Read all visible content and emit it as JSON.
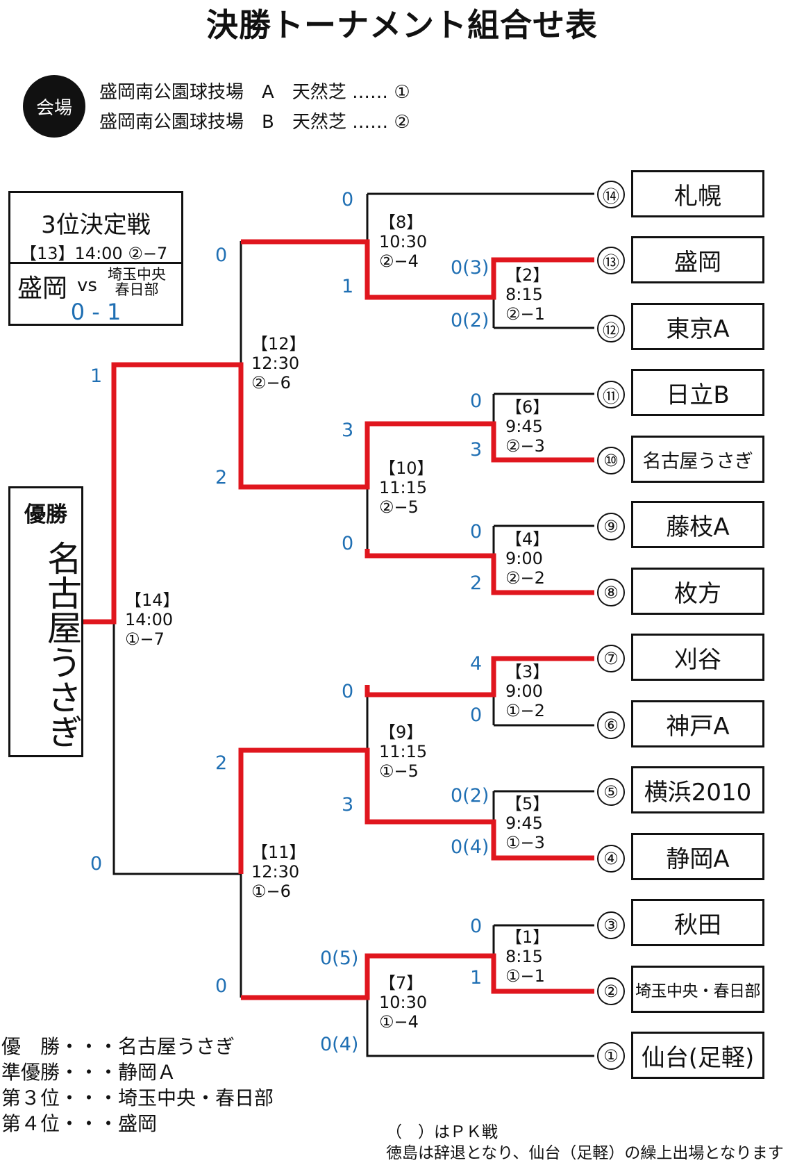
{
  "title": "決勝トーナメント組合せ表",
  "venue": {
    "badge": "会場",
    "lines": [
      "盛岡南公園球技場　A　天然芝 …… ①",
      "盛岡南公園球技場　B　天然芝 …… ②"
    ]
  },
  "third_place": {
    "title": "3位決定戦",
    "match": "【13】14:00 ②−7",
    "team1": "盛岡",
    "vs": "vs",
    "team2_line1": "埼玉中央",
    "team2_line2": "春日部",
    "score": "0 - 1"
  },
  "champion": {
    "label": "優勝",
    "name": "名古屋うさぎ"
  },
  "teams": [
    {
      "seed": "⑭",
      "name": "札幌"
    },
    {
      "seed": "⑬",
      "name": "盛岡"
    },
    {
      "seed": "⑫",
      "name": "東京A"
    },
    {
      "seed": "⑪",
      "name": "日立B"
    },
    {
      "seed": "⑩",
      "name": "名古屋うさぎ"
    },
    {
      "seed": "⑨",
      "name": "藤枝A"
    },
    {
      "seed": "⑧",
      "name": "枚方"
    },
    {
      "seed": "⑦",
      "name": "刈谷"
    },
    {
      "seed": "⑥",
      "name": "神戸A"
    },
    {
      "seed": "⑤",
      "name": "横浜2010"
    },
    {
      "seed": "④",
      "name": "静岡A"
    },
    {
      "seed": "③",
      "name": "秋田"
    },
    {
      "seed": "②",
      "name": "埼玉中央・春日部"
    },
    {
      "seed": "①",
      "name": "仙台(足軽)"
    }
  ],
  "matches": [
    {
      "id": "m8",
      "no": "【8】",
      "time": "10:30",
      "field": "②−4"
    },
    {
      "id": "m2",
      "no": "【2】",
      "time": "8:15",
      "field": "②−1"
    },
    {
      "id": "m12",
      "no": "【12】",
      "time": "12:30",
      "field": "②−6"
    },
    {
      "id": "m6",
      "no": "【6】",
      "time": "9:45",
      "field": "②−3"
    },
    {
      "id": "m10",
      "no": "【10】",
      "time": "11:15",
      "field": "②−5"
    },
    {
      "id": "m4",
      "no": "【4】",
      "time": "9:00",
      "field": "②−2"
    },
    {
      "id": "m14",
      "no": "【14】",
      "time": "14:00",
      "field": "①−7"
    },
    {
      "id": "m3",
      "no": "【3】",
      "time": "9:00",
      "field": "①−2"
    },
    {
      "id": "m9",
      "no": "【9】",
      "time": "11:15",
      "field": "①−5"
    },
    {
      "id": "m5",
      "no": "【5】",
      "time": "9:45",
      "field": "①−3"
    },
    {
      "id": "m11",
      "no": "【11】",
      "time": "12:30",
      "field": "①−6"
    },
    {
      "id": "m1",
      "no": "【1】",
      "time": "8:15",
      "field": "①−1"
    },
    {
      "id": "m7",
      "no": "【7】",
      "time": "10:30",
      "field": "①−4"
    }
  ],
  "scores": {
    "s_sapporo": "0",
    "s_morioka": "0(3)",
    "s_tokyo": "0(2)",
    "s_hitachi": "0",
    "s_nagoya": "3",
    "s_fujieda": "0",
    "s_hirakata": "2",
    "s_kariya": "4",
    "s_kobe": "0",
    "s_yokohama": "0(2)",
    "s_shizuoka": "0(4)",
    "s_akita": "0",
    "s_saitama": "1",
    "s_m8": "1",
    "s_r2_top": "0",
    "s_m10_top": "3",
    "s_m10_bot": "0",
    "s_m9_top": "0",
    "s_m9_bot": "3",
    "s_m7_top": "0(5)",
    "s_m7_bot": "0(4)",
    "s_m12_top": "0",
    "s_m12_bot": "2",
    "s_m11_top": "2",
    "s_m11_bot": "0",
    "s_final_top": "1",
    "s_final_bot": "0"
  },
  "results": [
    "優　勝・・・名古屋うさぎ",
    "準優勝・・・静岡Ａ",
    "第３位・・・埼玉中央・春日部",
    "第４位・・・盛岡"
  ],
  "notes": [
    "（　）はＰＫ戦",
    "徳島は辞退となり、仙台（足軽）の繰上出場となります"
  ],
  "colors": {
    "winner_line": "#e0161e",
    "loser_line": "#111111",
    "score": "#1f6fb3"
  }
}
